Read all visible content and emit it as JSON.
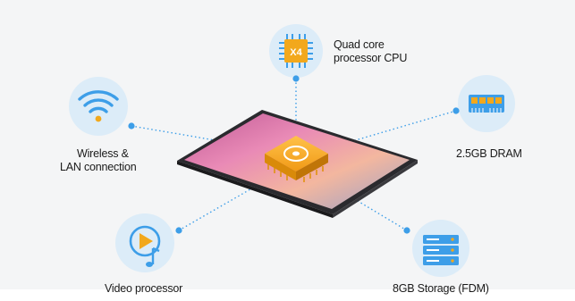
{
  "features": [
    {
      "label": "Quad core\nprocessor CPU",
      "icon": "cpu-icon",
      "badge": "X4"
    },
    {
      "label": "2.5GB DRAM",
      "icon": "dram-icon"
    },
    {
      "label": "8GB Storage (FDM)",
      "icon": "storage-icon"
    },
    {
      "label": "Video processor",
      "icon": "video-icon"
    },
    {
      "label": "Wireless &\nLAN connection",
      "icon": "wifi-icon"
    }
  ],
  "colors": {
    "accent": "#3d9ee8",
    "icon_bg": "#dcecf8",
    "chip": "#f2a81c",
    "chip_dark": "#d98a0a",
    "screen_frame": "#2a2a2e",
    "background": "#f4f5f6"
  }
}
